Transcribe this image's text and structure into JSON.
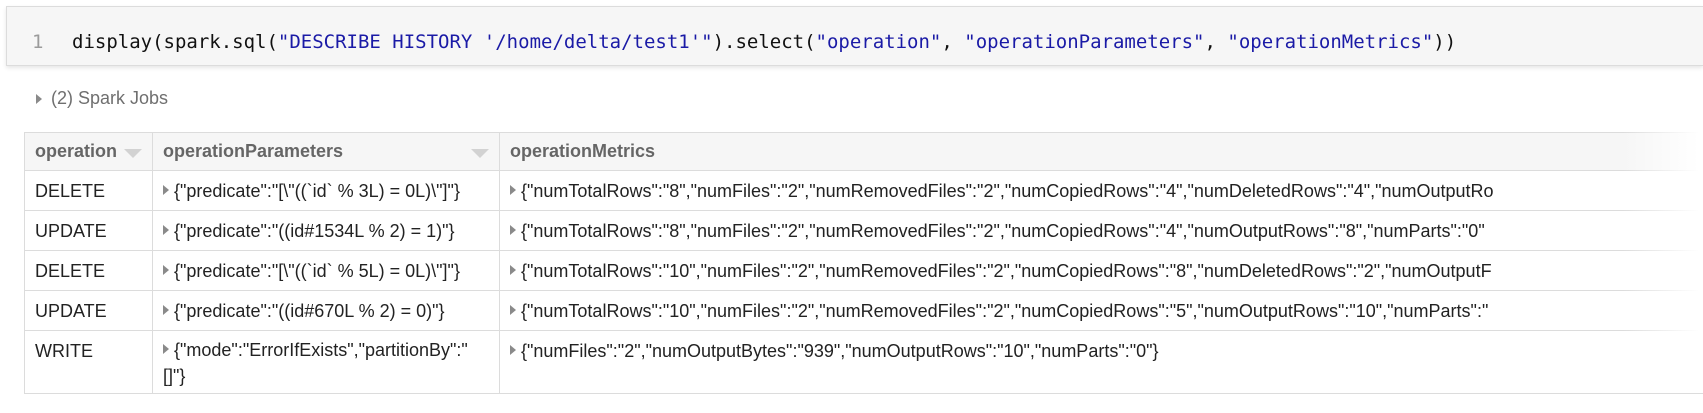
{
  "cell": {
    "line_number": "1",
    "code": {
      "p1": "display(spark.sql(",
      "s1": "\"DESCRIBE HISTORY '/home/delta/test1'\"",
      "p2": ").select(",
      "s2": "\"operation\"",
      "p3": ", ",
      "s3": "\"operationParameters\"",
      "p4": ", ",
      "s4": "\"operationMetrics\"",
      "p5": "))"
    }
  },
  "jobs": {
    "label": "(2) Spark Jobs"
  },
  "table": {
    "columns": [
      "operation",
      "operationParameters",
      "operationMetrics"
    ],
    "rows": [
      {
        "operation": "DELETE",
        "parameters": "{\"predicate\":\"[\\\"((`id` % 3L) = 0L)\\\"]\"}",
        "metrics": "{\"numTotalRows\":\"8\",\"numFiles\":\"2\",\"numRemovedFiles\":\"2\",\"numCopiedRows\":\"4\",\"numDeletedRows\":\"4\",\"numOutputRo"
      },
      {
        "operation": "UPDATE",
        "parameters": "{\"predicate\":\"((id#1534L % 2) = 1)\"}",
        "metrics": "{\"numTotalRows\":\"8\",\"numFiles\":\"2\",\"numRemovedFiles\":\"2\",\"numCopiedRows\":\"4\",\"numOutputRows\":\"8\",\"numParts\":\"0\""
      },
      {
        "operation": "DELETE",
        "parameters": "{\"predicate\":\"[\\\"((`id` % 5L) = 0L)\\\"]\"}",
        "metrics": "{\"numTotalRows\":\"10\",\"numFiles\":\"2\",\"numRemovedFiles\":\"2\",\"numCopiedRows\":\"8\",\"numDeletedRows\":\"2\",\"numOutputF"
      },
      {
        "operation": "UPDATE",
        "parameters": "{\"predicate\":\"((id#670L % 2) = 0)\"}",
        "metrics": "{\"numTotalRows\":\"10\",\"numFiles\":\"2\",\"numRemovedFiles\":\"2\",\"numCopiedRows\":\"5\",\"numOutputRows\":\"10\",\"numParts\":\""
      },
      {
        "operation": "WRITE",
        "parameters": "{\"mode\":\"ErrorIfExists\",\"partitionBy\":\"[]\"}",
        "metrics": "{\"numFiles\":\"2\",\"numOutputBytes\":\"939\",\"numOutputRows\":\"10\",\"numParts\":\"0\"}"
      }
    ]
  }
}
